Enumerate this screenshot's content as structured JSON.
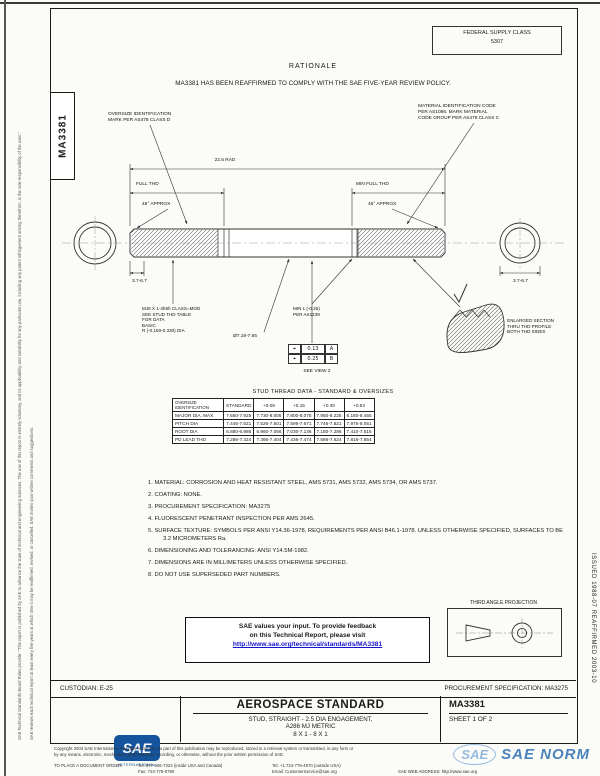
{
  "doc": {
    "number": "MA3381",
    "sheet": "SHEET 1 OF 2",
    "standard_kind": "AEROSPACE STANDARD",
    "title_line1": "STUD, STRAIGHT - 2.5 DIA ENGAGEMENT,",
    "title_line2": "A286 MJ METRIC",
    "title_line3": "8 X 1 - 8 X 1"
  },
  "header": {
    "fsc_label": "FEDERAL SUPPLY CLASS",
    "fsc_value": "5307",
    "rationale_heading": "RATIONALE",
    "rationale_text": "MA3381 HAS BEEN REAFFIRMED TO COMPLY WITH THE SAE FIVE-YEAR REVIEW POLICY."
  },
  "margins": {
    "side_doc_number": "MA3381",
    "left_line1": "SAE Technical Standards Board Rules provide: \"This report is published by SAE to advance the state of technical and engineering sciences. The use of this report is entirely voluntary, and its applicability and suitability for any particular use, including any patent infringement arising therefrom, is the sole responsibility of the user.\"",
    "left_line2": "SAE reviews each technical report at least every five years at which time it may be reaffirmed, revised, or cancelled. SAE invites your written comments and suggestions.",
    "right_line": "ISSUED 1988-07      REAFFIRMED 2003-10"
  },
  "drawing": {
    "oversize_mark": "OVERSIZE IDENTIFICATION\nMARK PER AS478 CLASS D",
    "material_mark": "MATERIAL IDENTIFICATION CODE\nPER AS1086. MARK MATERIAL\nCODE GROUP PER AS478 CLASS C",
    "overall_dim": "22.5 RAD",
    "full_thd": "FULL THD",
    "min_full_thd": "MIN FULL THD",
    "chamfer_left": "45° APPROX",
    "chamfer_right": "45° APPROX",
    "protrusion_left": "3.7-6.7",
    "protrusion_right": "3.7-6.7",
    "thread_callout": "MJ8 X 1-4h6h CLASS=MOD\nSEE STUD THD TABLE\nFOR DATA\nBASIC\nR (-0.150-0.330) DIA",
    "shank_callout": "MIN L (-0.25)\nPER AS1239",
    "mid_dia": "Ø7.19-7.65",
    "see_view": "SEE VIEW 2",
    "enlarged_note": "ENLARGED SECTION\nTHRU THD PROFILE\nBOTH THD SIDES",
    "fcf": {
      "r1_sym": "⌖",
      "r1_tol": "0.13",
      "r1_datum": "A",
      "r2_sym": "⌖",
      "r2_tol": "0.25",
      "r2_datum": "B"
    }
  },
  "thread_table": {
    "title": "STUD THREAD DATA - STANDARD & OVERSIZES",
    "corner": "OVERSIZE\nIDENTIFICATION",
    "columns": [
      "STANDARD",
      "+0.08",
      "+0.15",
      "+0.30",
      "+0.53"
    ],
    "rows": [
      {
        "label": "MAJOR DIA, MAX",
        "values": [
          "7.650-7.925",
          "7.730-8.005",
          "7.800-8.075",
          "7.950-8.225",
          "8.180-8.455"
        ]
      },
      {
        "label": "PITCH DIA",
        "values": [
          "7.446-7.521",
          "7.526-7.601",
          "7.596-7.671",
          "7.746-7.821",
          "7.976-8.051"
        ]
      },
      {
        "label": "ROOT DIA",
        "values": [
          "6.880-6.986",
          "6.960-7.066",
          "7.030-7.136",
          "7.180-7.286",
          "7.410-7.516"
        ]
      },
      {
        "label": "PD LEAD THD",
        "values": [
          "7.286-7.324",
          "7.366-7.404",
          "7.436-7.474",
          "7.586-7.624",
          "7.816-7.854"
        ]
      }
    ]
  },
  "notes": [
    "1.   MATERIAL: CORROSION AND HEAT RESISTANT STEEL, AMS 5731, AMS 5732, AMS 5734, OR AMS 5737.",
    "2.   COATING: NONE.",
    "3.   PROCUREMENT SPECIFICATION: MA3275",
    "4.   FLUORESCENT PENETRANT INSPECTION PER AMS 2645.",
    "5.   SURFACE TEXTURE: SYMBOLS PER ANSI Y14.36-1978, REQUIREMENTS PER ANSI B46.1-1978. UNLESS OTHERWISE SPECIFIED, SURFACES TO BE 3.2 MICROMETERS Ra.",
    "6.   DIMENSIONING AND TOLERANCING: ANSI Y14.5M-1982.",
    "7.   DIMENSIONS ARE IN MILLIMETERS UNLESS OTHERWISE SPECIFIED.",
    "8.   DO NOT USE SUPERSEDED PART NUMBERS."
  ],
  "feedback": {
    "line1": "SAE values your input. To provide feedback",
    "line2": "on this Technical Report, please visit",
    "link": "http://www.sae.org/technical/standards/MA3381"
  },
  "projection": {
    "label": "THIRD ANGLE PROJECTION"
  },
  "band": {
    "custodian": "CUSTODIAN: E-25",
    "procurement": "PROCUREMENT SPECIFICATION: MA3275"
  },
  "logo": {
    "sae": "SAE",
    "sub": "INTERNATIONAL"
  },
  "fine_print": {
    "copyright": "Copyright 2003 SAE International. All rights reserved. No part of this publication may be reproduced, stored in a retrieval system or transmitted, in any form or by any means, electronic, mechanical, photocopying, recording, or otherwise, without the prior written permission of SAE.",
    "order_heading": "TO PLACE A DOCUMENT ORDER:",
    "tel_inside": "Tel: 877-606-7323 (inside USA and Canada)",
    "tel_outside": "Tel: +1 724-776-4970 (outside USA)",
    "fax": "Fax: 724-776-0790",
    "email": "Email: CustomerService@sae.org",
    "web": "SAE WEB ADDRESS: http://www.sae.org"
  },
  "watermark": {
    "glyph": "SAE",
    "brand": "SAE NORM"
  },
  "colors": {
    "sae_blue": "#14549c",
    "link_blue": "#1414cc",
    "watermark_blue": "#3a76b5"
  }
}
